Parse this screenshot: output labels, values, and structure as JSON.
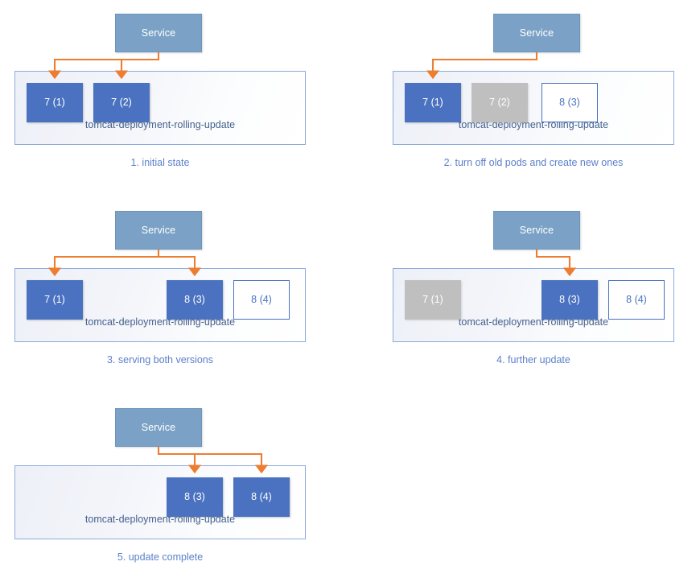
{
  "diagram": {
    "title": "Kubernetes rolling update sequence",
    "colors": {
      "service_fill": "#7BA2C6",
      "pod_active": "#4A72C0",
      "pod_terminating": "#BFBFBF",
      "pod_pending_border": "#4A72C0",
      "connector": "#ED7D31",
      "caption_text": "#5B80CB",
      "deployment_border": "#8FAADC",
      "deployment_label_text": "#44618E"
    },
    "service_label": "Service",
    "deployment_name": "tomcat-deployment-rolling-update",
    "panels": [
      {
        "id": "panel-1",
        "caption": "1. initial state",
        "service_label": "Service",
        "deployment_name": "tomcat-deployment-rolling-update",
        "pods": [
          {
            "label": "7 (1)",
            "state": "active"
          },
          {
            "label": "7 (2)",
            "state": "active"
          }
        ],
        "arrow_targets": [
          1,
          2
        ]
      },
      {
        "id": "panel-2",
        "caption": "2. turn off old pods and create new ones",
        "service_label": "Service",
        "deployment_name": "tomcat-deployment-rolling-update",
        "pods": [
          {
            "label": "7 (1)",
            "state": "active"
          },
          {
            "label": "7 (2)",
            "state": "terminating"
          },
          {
            "label": "8 (3)",
            "state": "pending"
          }
        ],
        "arrow_targets": [
          1
        ]
      },
      {
        "id": "panel-3",
        "caption": "3. serving both versions",
        "service_label": "Service",
        "deployment_name": "tomcat-deployment-rolling-update",
        "pods": [
          {
            "label": "7 (1)",
            "state": "active"
          },
          {
            "label": "8 (3)",
            "state": "active"
          },
          {
            "label": "8 (4)",
            "state": "pending"
          }
        ],
        "arrow_targets": [
          1,
          3
        ]
      },
      {
        "id": "panel-4",
        "caption": "4. further update",
        "service_label": "Service",
        "deployment_name": "tomcat-deployment-rolling-update",
        "pods": [
          {
            "label": "7 (1)",
            "state": "terminating"
          },
          {
            "label": "8 (3)",
            "state": "active"
          },
          {
            "label": "8 (4)",
            "state": "pending"
          }
        ],
        "arrow_targets": [
          3
        ]
      },
      {
        "id": "panel-5",
        "caption": "5. update complete",
        "service_label": "Service",
        "deployment_name": "tomcat-deployment-rolling-update",
        "pods": [
          {
            "label": "8 (3)",
            "state": "active"
          },
          {
            "label": "8 (4)",
            "state": "active"
          }
        ],
        "arrow_targets": [
          3,
          4
        ]
      }
    ]
  }
}
